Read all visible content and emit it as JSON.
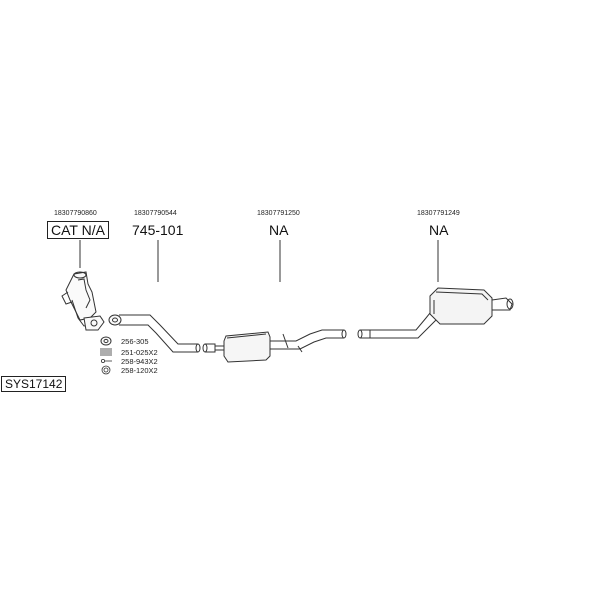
{
  "parts": [
    {
      "part_number": "18307790860",
      "label": "CAT N/A"
    },
    {
      "part_number": "18307790544",
      "label": "745-101"
    },
    {
      "part_number": "18307791250",
      "label": "NA"
    },
    {
      "part_number": "18307791249",
      "label": "NA"
    }
  ],
  "accessories": [
    "256-305",
    "251-025X2",
    "258-943X2",
    "258-120X2"
  ],
  "system_code": "SYS17142",
  "colors": {
    "line": "#333333",
    "background": "#ffffff"
  }
}
